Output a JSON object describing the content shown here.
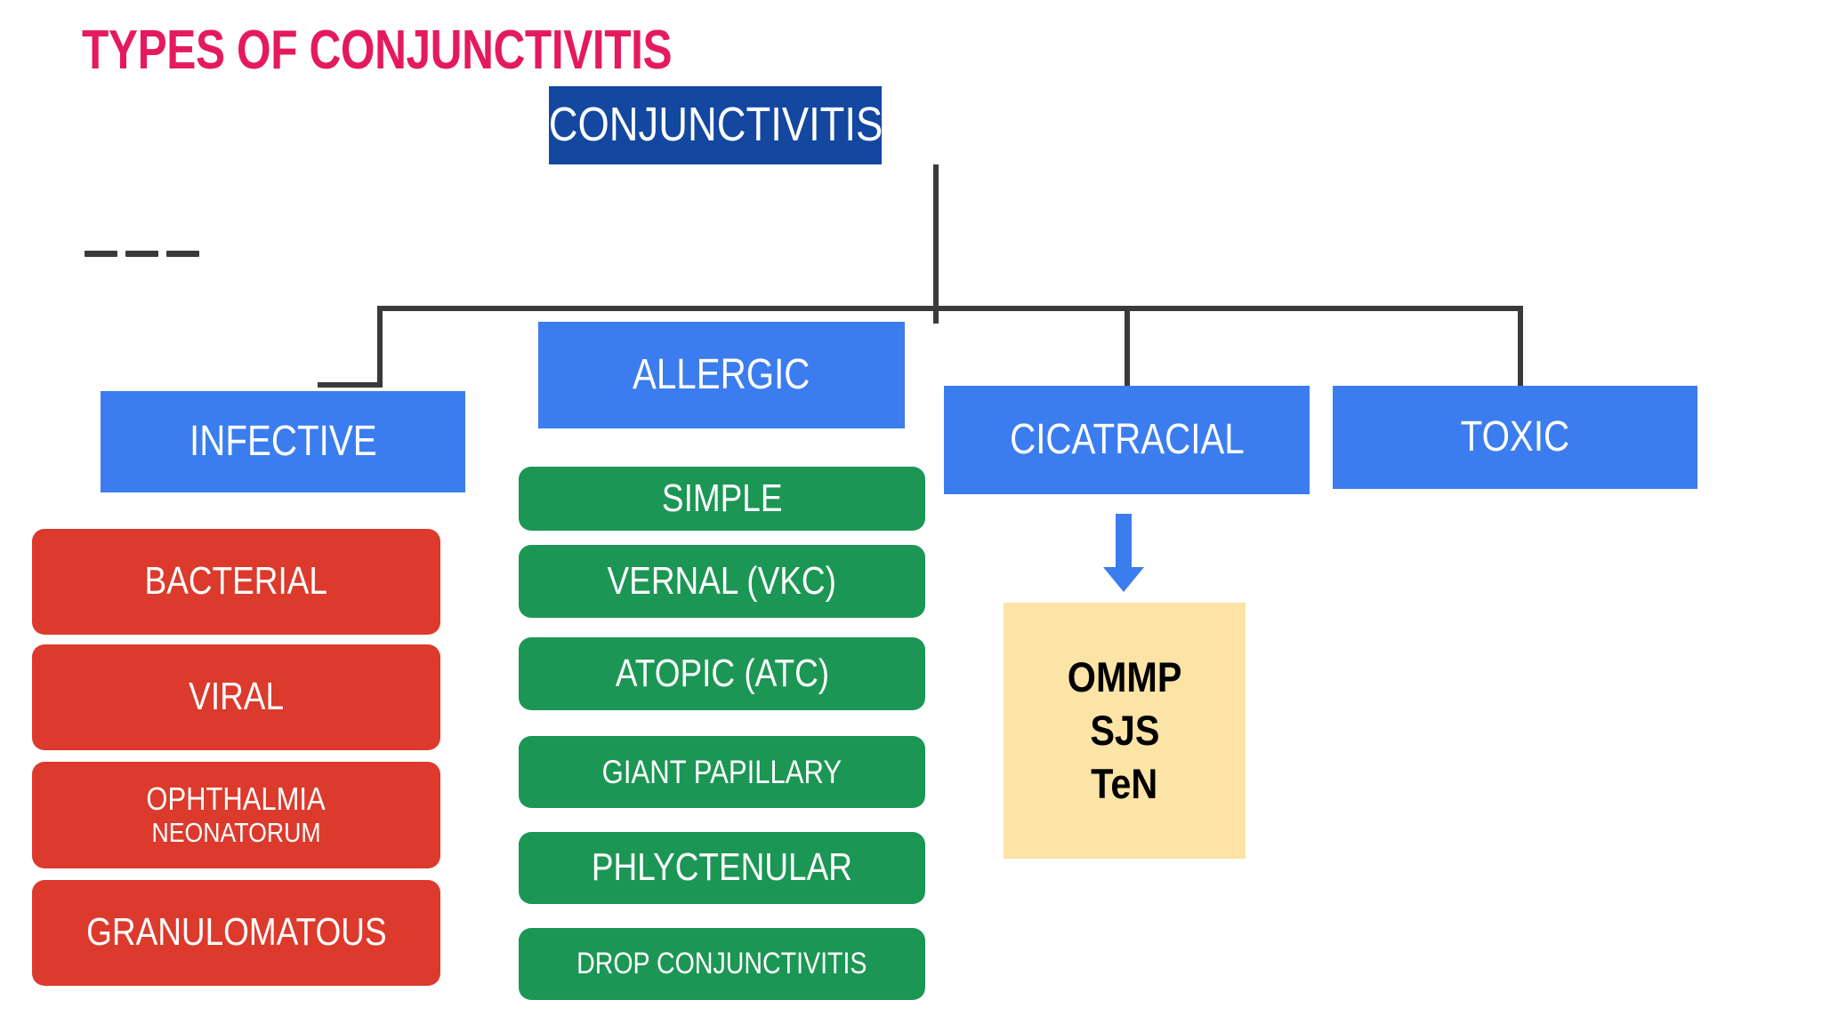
{
  "page": {
    "title": "TYPES OF CONJUNCTIVITIS",
    "title_color": "#E51A5E",
    "background": "#ffffff"
  },
  "colors": {
    "root_blue": "#1347A0",
    "branch_blue": "#3B7DEE",
    "infective_red": "#DC3A2C",
    "allergic_green": "#1C9654",
    "note_yellow": "#FCE3A6",
    "connector_gray": "#3A3A3A",
    "arrow_blue": "#3B7DEE"
  },
  "diagram": {
    "root": {
      "label": "CONJUNCTIVITIS"
    },
    "branches": [
      {
        "label": "INFECTIVE"
      },
      {
        "label": "ALLERGIC"
      },
      {
        "label": "CICATRACIAL"
      },
      {
        "label": "TOXIC"
      }
    ],
    "infective_children": [
      {
        "label": "BACTERIAL"
      },
      {
        "label": "VIRAL"
      },
      {
        "line1": "OPHTHALMIA",
        "line2": "NEONATORUM"
      },
      {
        "label": "GRANULOMATOUS"
      }
    ],
    "allergic_children": [
      {
        "label": "SIMPLE"
      },
      {
        "label": "VERNAL (VKC)"
      },
      {
        "label": "ATOPIC (ATC)"
      },
      {
        "label": "GIANT PAPILLARY"
      },
      {
        "label": "PHLYCTENULAR"
      },
      {
        "label": "DROP CONJUNCTIVITIS"
      }
    ],
    "cicatracial_note": {
      "lines": [
        "OMMP",
        "SJS",
        "TeN"
      ]
    }
  }
}
